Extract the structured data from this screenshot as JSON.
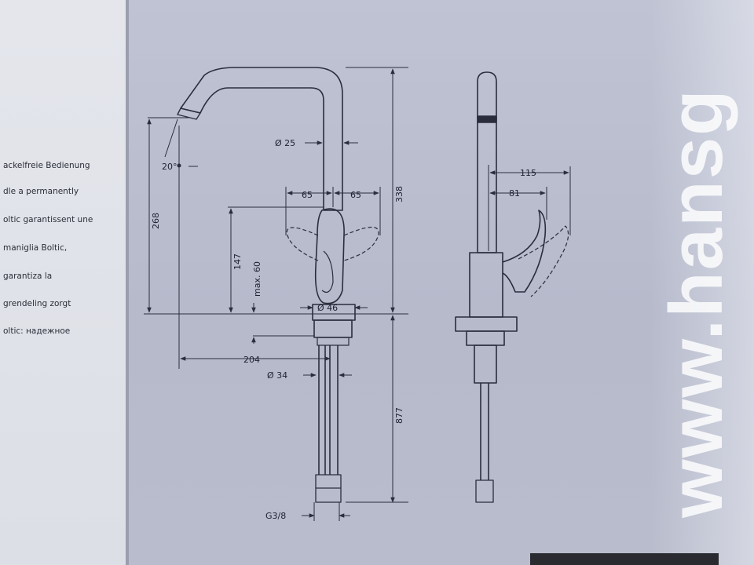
{
  "descriptions": [
    "ackelfreie Bedienung",
    "dle a permanently",
    "oltic garantissent une",
    "maniglia Boltic,",
    "garantiza la",
    "grendeling zorgt",
    "oltic: надежное"
  ],
  "watermark": "www.hansg",
  "dimensions": {
    "angle": "20°",
    "spout_diameter": "Ø 25",
    "left_swing": "65",
    "right_swing": "65",
    "total_height": "338",
    "spout_height": "268",
    "lever_height": "147",
    "max_thickness": "max. 60",
    "base_diameter": "Ø 46",
    "reach": "204",
    "hole_diameter": "Ø 34",
    "supply_length": "877",
    "connection": "G3/8",
    "side_reach_outer": "115",
    "side_reach_inner": "81"
  },
  "colors": {
    "line": "#2a2d3c",
    "background": "#bcc0d0"
  }
}
